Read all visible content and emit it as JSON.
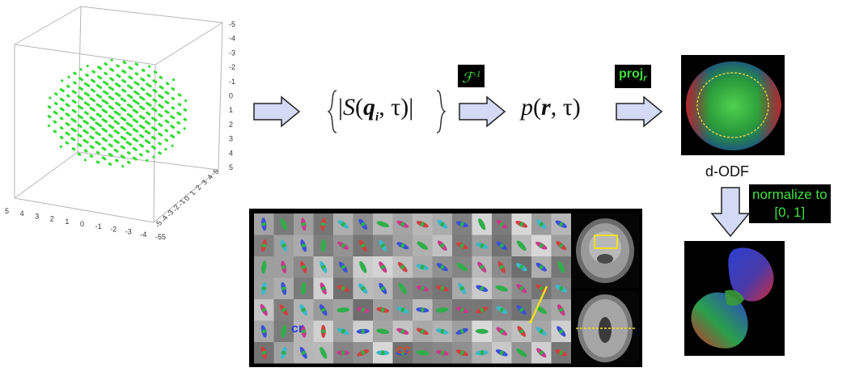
{
  "cube": {
    "dot_color": "#33dd33",
    "right_ticks": [
      "-5",
      "-4",
      "-3",
      "-2",
      "-1",
      "0",
      "1",
      "2",
      "3",
      "4",
      "5"
    ],
    "bottom_ticks": [
      "5",
      "4",
      "3",
      "2",
      "1",
      "0",
      "-1",
      "-2",
      "-3",
      "-4",
      "-55"
    ],
    "depth_ticks": [
      "5",
      "4",
      "3",
      "2",
      "1",
      "0",
      "-1",
      "-2",
      "-3",
      "-4",
      "-5"
    ]
  },
  "formula_signal": {
    "abs_open": "|",
    "S": "S",
    "q": "q",
    "sub_i": "i",
    "tau_tail": ", τ)",
    "abs_close": "|"
  },
  "ft_label": {
    "F": "ℱ",
    "sup": "-1"
  },
  "formula_p": {
    "p": "p",
    "r": "r",
    "tail": ", τ)"
  },
  "proj_label": {
    "text": "proj",
    "sub": "r"
  },
  "dodf_label": "d-ODF",
  "normalize_label": {
    "line1": "normalize to",
    "line2": "[0, 1]"
  },
  "brain": {
    "cr_label": "cr",
    "cc_label": "cc"
  },
  "colors": {
    "arrow_fill": "#d4d9f5",
    "arrow_stroke": "#222222",
    "label_green": "#3fe03f",
    "cr_color": "#2a3fd6",
    "cc_color": "#d84a1e"
  }
}
